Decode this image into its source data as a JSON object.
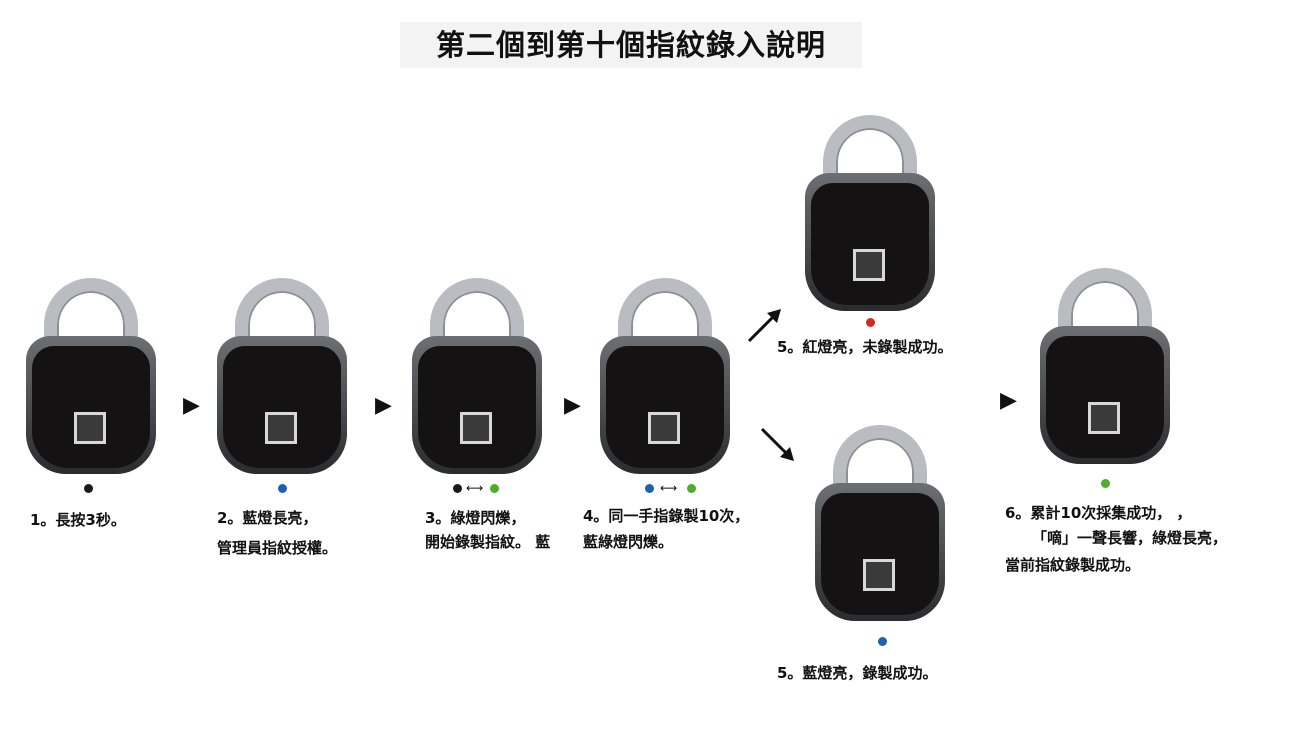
{
  "title": "第二個到第十個指紋錄入說明",
  "colors": {
    "black": "#1a1a1a",
    "blue": "#1f5fb0",
    "green": "#4caf2a",
    "red": "#d32a1e"
  },
  "steps": {
    "s1": {
      "line1": "1。長按3秒。"
    },
    "s2": {
      "line1": "2。藍燈長亮，",
      "line2": "管理員指紋授權。"
    },
    "s3": {
      "line1": "3。綠燈閃爍，",
      "line2": "開始錄製指紋。 藍"
    },
    "s4": {
      "line1": "4。同一手指錄製10次，",
      "line2": "藍綠燈閃爍。"
    },
    "s5a": {
      "line1": "5。紅燈亮，未錄製成功。"
    },
    "s5b": {
      "line1": "5。藍燈亮，錄製成功。"
    },
    "s6": {
      "line1": "6。累計10次採集成功，   ，",
      "line2": "「嘀」一聲長響，綠燈長亮，",
      "line3": "當前指紋錄製成功。"
    }
  },
  "swap_symbol": "⟷",
  "arrow_symbol": "▶"
}
